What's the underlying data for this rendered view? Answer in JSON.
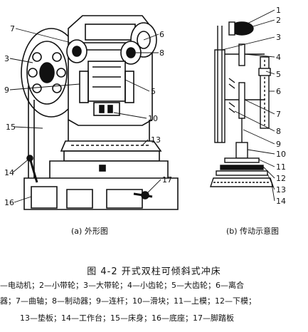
{
  "figure": {
    "title": "图 4-2   开式双柱可倾斜式冲床",
    "left_caption": "(a) 外形图",
    "right_caption": "(b) 传动示意图"
  },
  "left_callouts": [
    "7",
    "6",
    "3",
    "8",
    "9",
    "5",
    "10",
    "15",
    "13",
    "14",
    "16",
    "17"
  ],
  "right_callouts": [
    "1",
    "2",
    "3",
    "4",
    "5",
    "6",
    "7",
    "8",
    "9",
    "10",
    "11",
    "12",
    "13",
    "14"
  ],
  "legend": {
    "line1": "—电动机；2—小带轮；3—大带轮；4—小齿轮；5—大齿轮；6—离合",
    "line2": "器；7—曲轴；8—制动器；9—连杆；10—滑块；11—上模；12—下模；",
    "line3": "13—垫板；14—工作台；15—床身；16—底座；17—脚踏板"
  }
}
